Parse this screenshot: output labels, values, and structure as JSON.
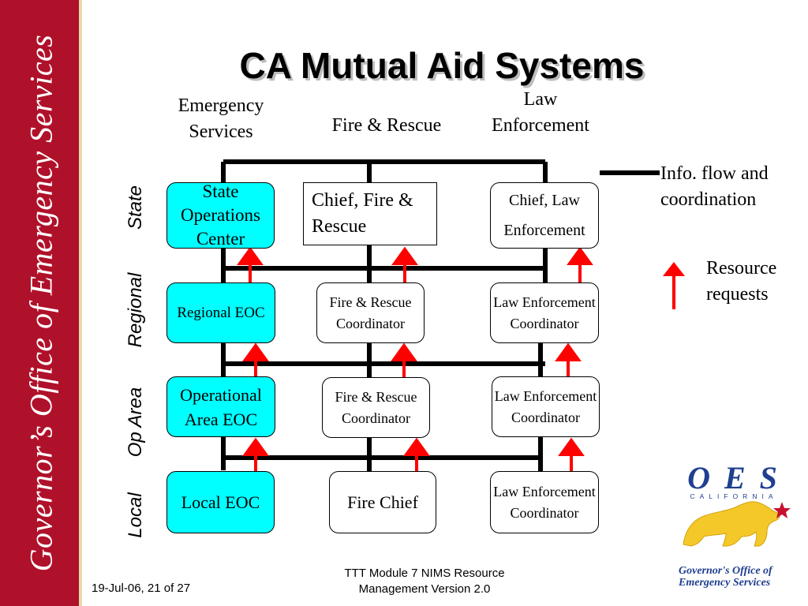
{
  "sidebar": {
    "text": "Governor’s Office of Emergency Services"
  },
  "title": "CA Mutual Aid Systems",
  "columns": {
    "emergency": "Emergency Services",
    "fire": "Fire & Rescue",
    "law": "Law Enforcement"
  },
  "rows": {
    "state": "State",
    "regional": "Regional",
    "op_area": "Op Area",
    "local": "Local"
  },
  "boxes": {
    "state_ops_center": "State Operations Center",
    "chief_fire_rescue": "Chief, Fire & Rescue",
    "chief_law": "Chief, Law Enforcement",
    "regional_eoc": "Regional EOC",
    "regional_fire": "Fire & Rescue Coordinator",
    "regional_law": "Law Enforcement Coordinator",
    "op_area_eoc": "Operational Area EOC",
    "op_fire": "Fire & Rescue Coordinator",
    "op_law": "Law Enforcement Coordinator",
    "local_eoc": "Local EOC",
    "fire_chief": "Fire Chief",
    "local_law": "Law Enforcement Coordinator"
  },
  "legend": {
    "info_flow": "Info. flow and coordination",
    "resource_requests": "Resource requests"
  },
  "footer": {
    "date_page": "19-Jul-06, 21 of 27",
    "module": "TTT Module 7 NIMS Resource Management Version 2.0"
  },
  "logo": {
    "oes": "O E S",
    "state": "CALIFORNIA",
    "org": "Governor's Office of Emergency Services"
  },
  "colors": {
    "sidebar": "#b0112a",
    "cyan_box": "#00ffff",
    "arrow": "#ff0000",
    "logo_blue": "#1f3f8f",
    "bear_gold": "#f5c82a"
  }
}
